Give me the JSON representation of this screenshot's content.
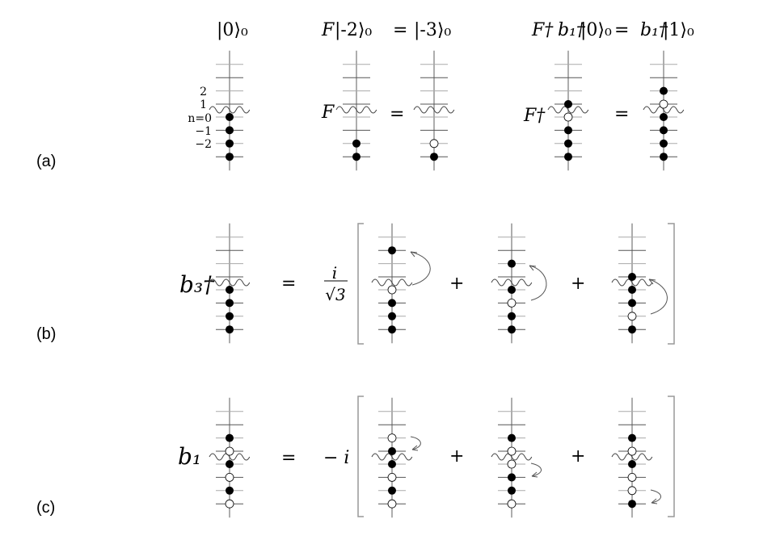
{
  "panels": {
    "a": {
      "label": "(a)",
      "heading_ket0": "|0⟩₀",
      "heading_F": "F",
      "heading_ketm2": "|-2⟩₀",
      "heading_eq1": "=",
      "heading_ketm3": "|-3⟩₀",
      "heading_Fdag": "F†",
      "heading_b1dag": "b₁†",
      "heading_ket0b": "|0⟩₀",
      "heading_eq2": "=",
      "heading_b1dag2": "b₁†",
      "heading_ket1": "|1⟩₀",
      "level_labels": [
        "2",
        "1",
        "n=0",
        "−1",
        "−2"
      ],
      "op_F": "F",
      "op_Fdag": "F†",
      "equals": "="
    },
    "b": {
      "label": "(b)",
      "op": "b₃†",
      "equals": "=",
      "prefactor_num": "i",
      "prefactor_den": "√3",
      "plus": "+"
    },
    "c": {
      "label": "(c)",
      "op": "b₁",
      "equals": "=",
      "prefactor": "− i",
      "plus": "+"
    }
  },
  "ladders": [
    {
      "id": "a1",
      "occ": {
        "0": 1,
        "-1": 1,
        "-2": 1,
        "-3": 1
      }
    },
    {
      "id": "a2",
      "occ": {
        "-2": 1,
        "-3": 1
      }
    },
    {
      "id": "a3",
      "occ": {
        "-2": 0,
        "-3": 1
      }
    },
    {
      "id": "a4",
      "occ": {
        "1": 1,
        "0": 0,
        "-1": 1,
        "-2": 1,
        "-3": 1
      }
    },
    {
      "id": "a5",
      "occ": {
        "2": 1,
        "1": 0,
        "0": 1,
        "-1": 1,
        "-2": 1,
        "-3": 1
      }
    },
    {
      "id": "b1",
      "occ": {
        "0": 1,
        "-1": 1,
        "-2": 1,
        "-3": 1
      }
    },
    {
      "id": "b2",
      "occ": {
        "3": 1,
        "0": 0,
        "-1": 1,
        "-2": 1,
        "-3": 1
      }
    },
    {
      "id": "b3",
      "occ": {
        "2": 1,
        "0": 1,
        "-1": 0,
        "-2": 1,
        "-3": 1
      }
    },
    {
      "id": "b4",
      "occ": {
        "1": 1,
        "0": 1,
        "-1": 1,
        "-2": 0,
        "-3": 1
      }
    },
    {
      "id": "c1",
      "occ": {
        "2": 1,
        "1": 0,
        "0": 1,
        "-1": 0,
        "-2": 1,
        "-3": 0
      }
    },
    {
      "id": "c2",
      "occ": {
        "2": 0,
        "1": 1,
        "0": 1,
        "-1": 0,
        "-2": 1,
        "-3": 0
      }
    },
    {
      "id": "c3",
      "occ": {
        "2": 1,
        "1": 0,
        "0": 0,
        "-1": 1,
        "-2": 1,
        "-3": 0
      }
    },
    {
      "id": "c4",
      "occ": {
        "2": 1,
        "1": 0,
        "0": 1,
        "-1": 0,
        "-2": 0,
        "-3": 1
      }
    }
  ]
}
